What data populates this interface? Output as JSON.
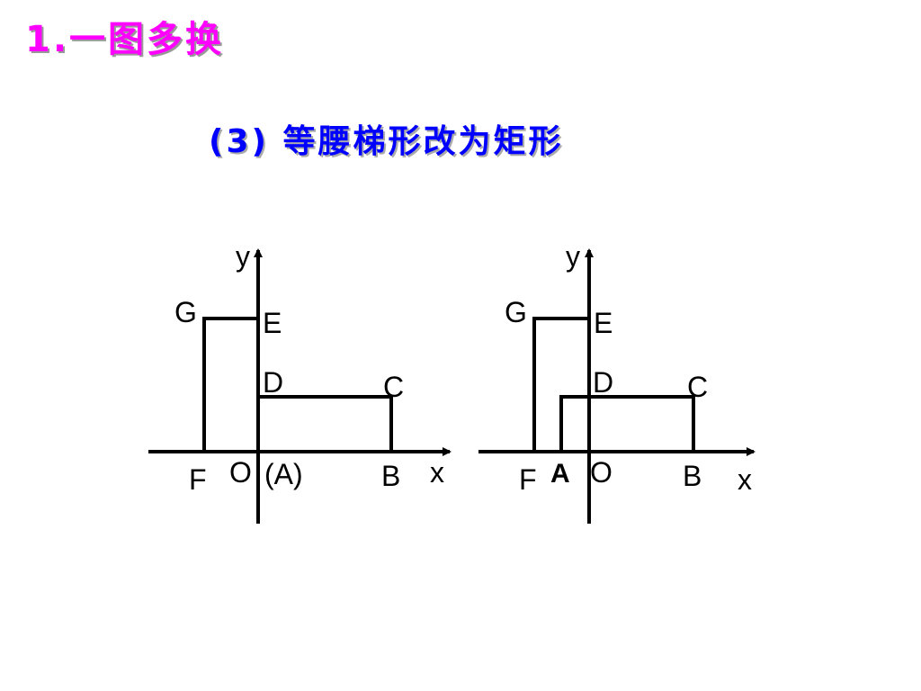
{
  "title": "1.一图多换",
  "subtitle": "(3) 等腰梯形改为矩形",
  "colors": {
    "title": "#ff00ff",
    "subtitle": "#0000ff",
    "lines": "#000000"
  },
  "figures": [
    {
      "labels": {
        "y": "y",
        "x": "x",
        "G": "G",
        "E": "E",
        "D": "D",
        "C": "C",
        "F": "F",
        "O": "O",
        "A": "(A)",
        "B": "B"
      }
    },
    {
      "labels": {
        "y": "y",
        "x": "x",
        "G": "G",
        "E": "E",
        "D": "D",
        "C": "C",
        "F": "F",
        "A": "A",
        "O": "O",
        "B": "B"
      }
    }
  ]
}
